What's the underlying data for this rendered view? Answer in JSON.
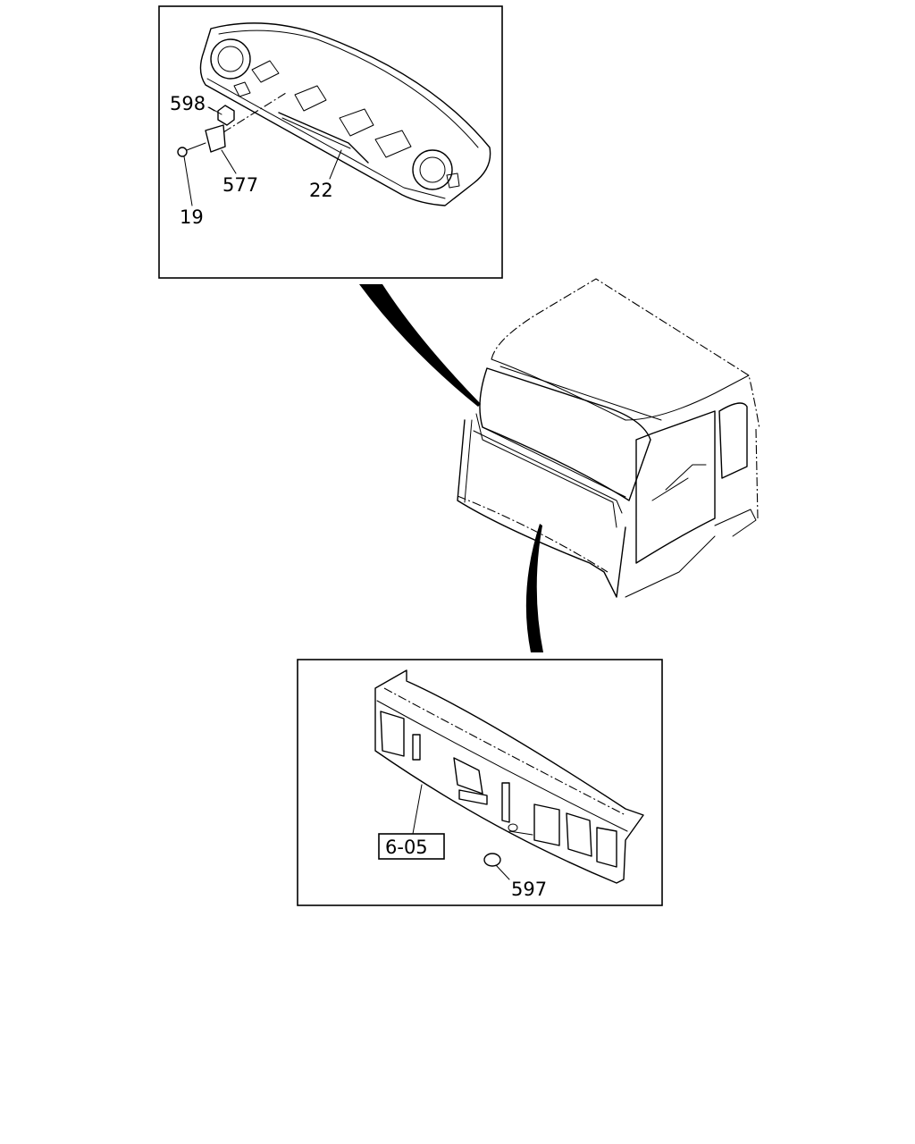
{
  "labels": {
    "part_598": "598",
    "part_577": "577",
    "part_19": "19",
    "part_22": "22",
    "part_597": "597",
    "ref_6_05": "6-05"
  }
}
